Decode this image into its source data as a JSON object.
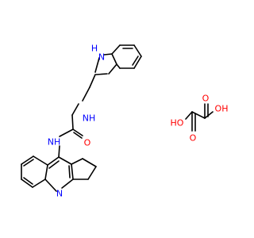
{
  "colors": {
    "bond": "#000000",
    "carbon": "#000000",
    "nitrogen": "#0000FF",
    "oxygen": "#FF0000"
  },
  "molecule": {
    "atom_labels": {
      "indole_nh_h": "H",
      "indole_nh_n": "N",
      "amine_nh": "NH",
      "amide_o": "O",
      "amide_nh": "NH",
      "quinoline_n": "N",
      "oxalic_ho_left": "HO",
      "oxalic_oh_right": "OH",
      "oxalic_o_top": "O",
      "oxalic_o_bottom": "O"
    }
  }
}
